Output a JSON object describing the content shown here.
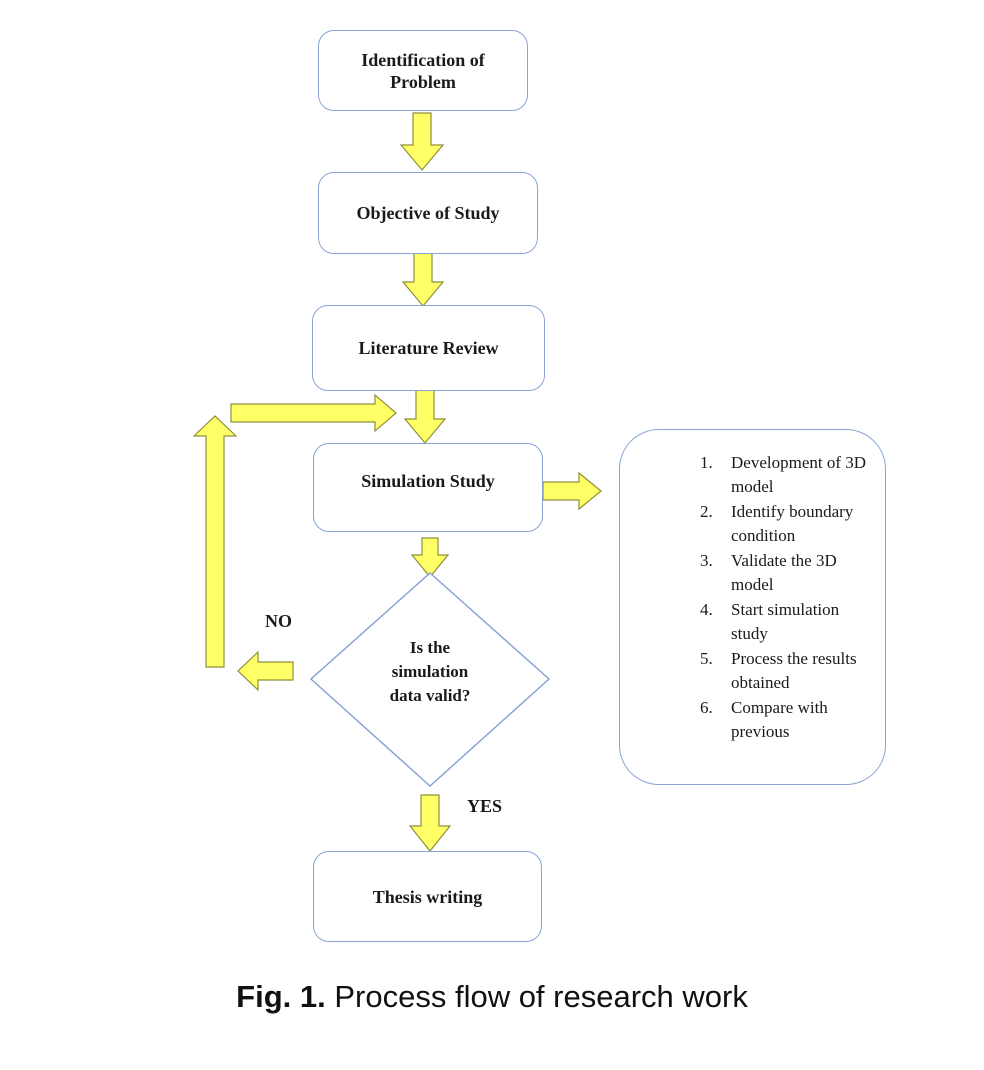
{
  "flow": {
    "identification": [
      "Identification of",
      "Problem"
    ],
    "objective": "Objective of Study",
    "literature": "Literature Review",
    "simulation": "Simulation Study",
    "decision": [
      "Is the",
      "simulation",
      "data valid?"
    ],
    "no_label": "NO",
    "yes_label": "YES",
    "thesis": "Thesis writing"
  },
  "steps": [
    {
      "num": "1.",
      "text": "Development of 3D model"
    },
    {
      "num": "2.",
      "text": "Identify boundary condition"
    },
    {
      "num": "3.",
      "text": "Validate the 3D model"
    },
    {
      "num": "4.",
      "text": "Start simulation study"
    },
    {
      "num": "5.",
      "text": "Process the results obtained"
    },
    {
      "num": "6.",
      "text": "Compare with previous"
    }
  ],
  "caption": {
    "prefix": "Fig. 1.",
    "text": "Process flow of research work"
  },
  "colors": {
    "arrow_fill": "#ffff66",
    "arrow_stroke": "#8f8f3c",
    "box_border": "#8aa4d6"
  }
}
